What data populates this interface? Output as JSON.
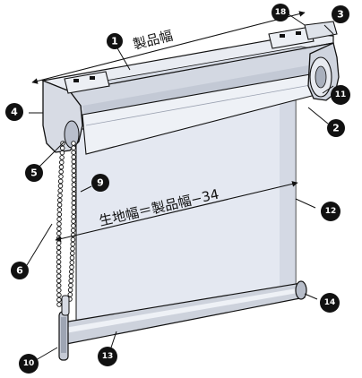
{
  "dimensions": {
    "product_width": "製品幅",
    "fabric_width": "生地幅＝製品幅−34"
  },
  "callouts": {
    "c1": "1",
    "c2": "2",
    "c3": "3",
    "c4": "4",
    "c5": "5",
    "c6": "6",
    "c9": "9",
    "c10": "10",
    "c11": "11",
    "c12": "12",
    "c13": "13",
    "c14": "14",
    "c18": "18"
  },
  "colors": {
    "fabric": "#e4e8f1",
    "fabric_edge": "#c9cfdc",
    "rail": "#cdd2dc",
    "badge": "#111111",
    "outline": "#111111"
  }
}
